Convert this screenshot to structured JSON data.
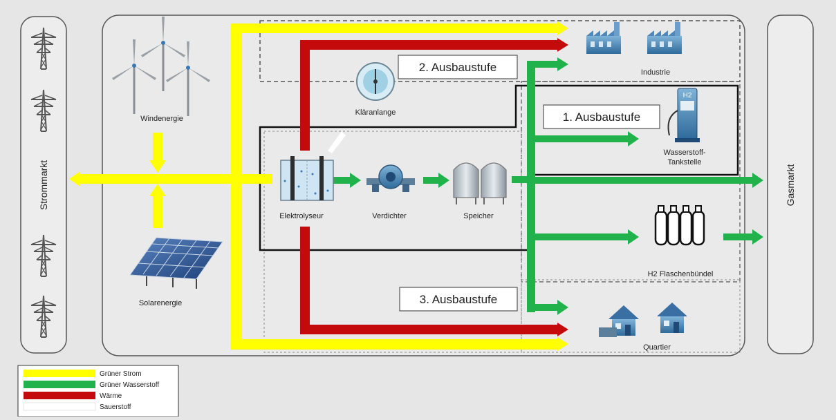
{
  "labels": {
    "strommarkt": "Strommarkt",
    "gasmarkt": "Gasmarkt",
    "windenergie": "Windenergie",
    "solarenergie": "Solarenergie",
    "klaeranlage": "Kläranlange",
    "elektrolyseur": "Elektrolyseur",
    "verdichter": "Verdichter",
    "speicher": "Speicher",
    "industrie": "Industrie",
    "tankstelle_1": "Wasserstoff-",
    "tankstelle_2": "Tankstelle",
    "flaschen": "H2 Flaschenbündel",
    "quartier": "Quartier",
    "h2_badge": "H2"
  },
  "stages": {
    "stage1": "1. Ausbaustufe",
    "stage2": "2. Ausbaustufe",
    "stage3": "3. Ausbaustufe"
  },
  "legend": [
    {
      "label": "Grüner Strom",
      "color": "#ffff00"
    },
    {
      "label": "Grüner Wasserstoff",
      "color": "#22b24c"
    },
    {
      "label": "Wärme",
      "color": "#c40a0a"
    },
    {
      "label": "Sauerstoff",
      "color": "#ffffff"
    }
  ],
  "colors": {
    "strom": "#ffff00",
    "wasserstoff": "#22b24c",
    "waerme": "#c40a0a",
    "sauerstoff": "#ffffff"
  }
}
